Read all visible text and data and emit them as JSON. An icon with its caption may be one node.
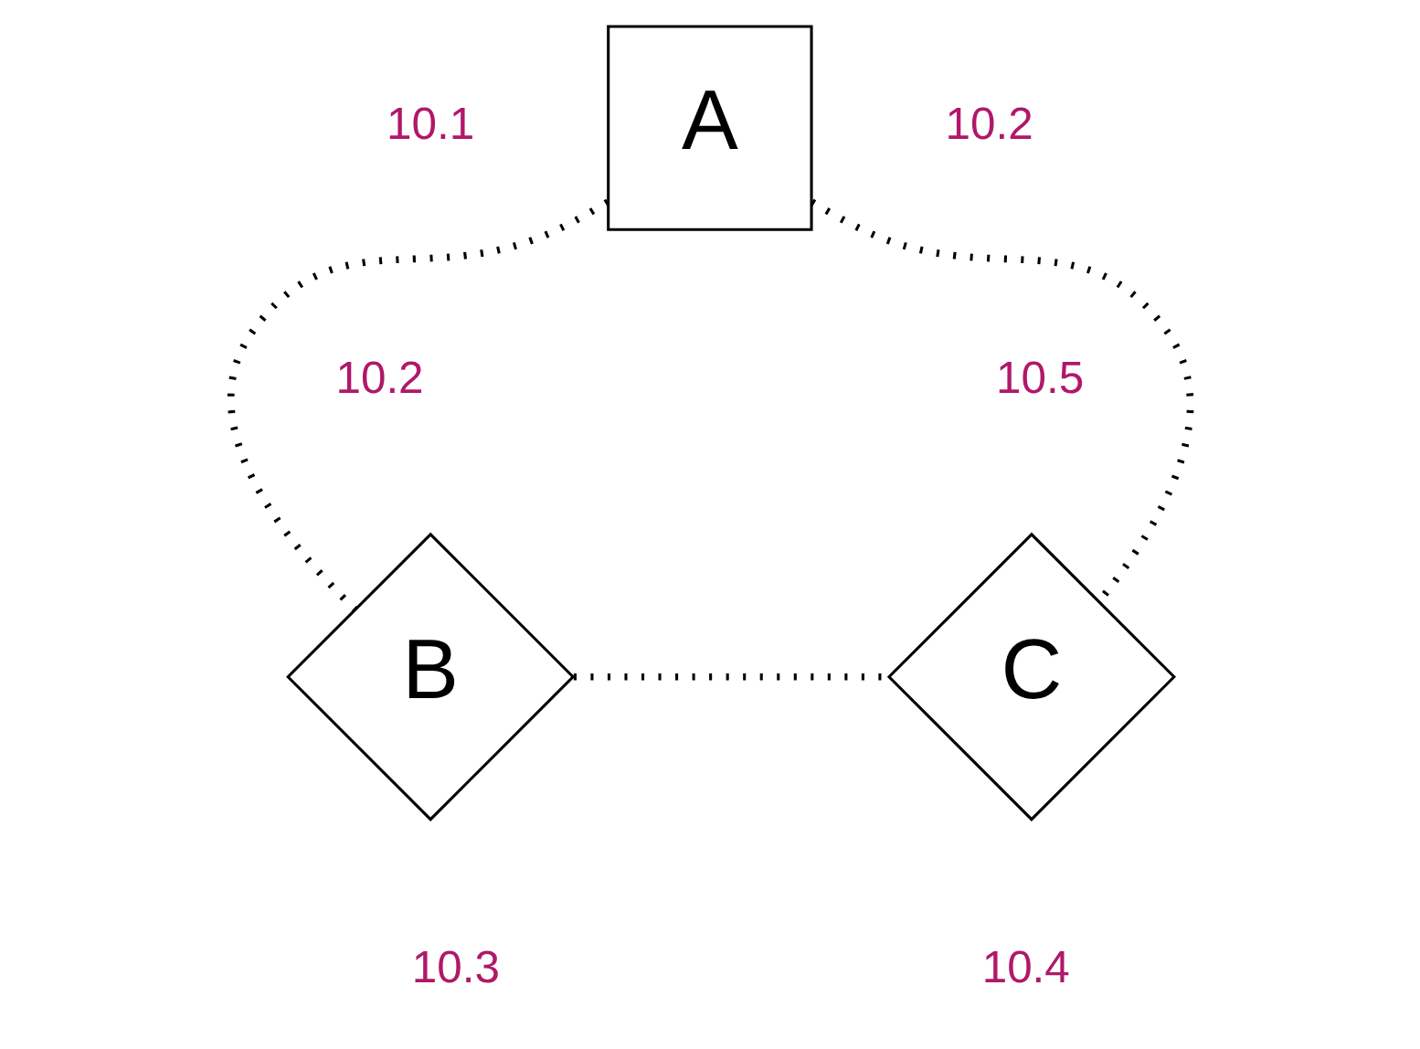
{
  "diagram": {
    "nodes": [
      {
        "text": [
          "A"
        ]
      },
      {
        "text": [
          "B"
        ]
      },
      {
        "text": [
          "C"
        ]
      }
    ],
    "edges": [
      {
        "from": 0,
        "to": 1,
        "arrow": "none",
        "style": "dashed"
      },
      {
        "from": 0,
        "to": 2,
        "arrow": "none",
        "style": "dashed"
      },
      {
        "from": 1,
        "to": 2,
        "arrow": "none",
        "style": "dashed"
      }
    ],
    "labels": [
      "10.1",
      "10.2",
      "10.2",
      "10.5",
      "10.3",
      "10.4"
    ]
  }
}
